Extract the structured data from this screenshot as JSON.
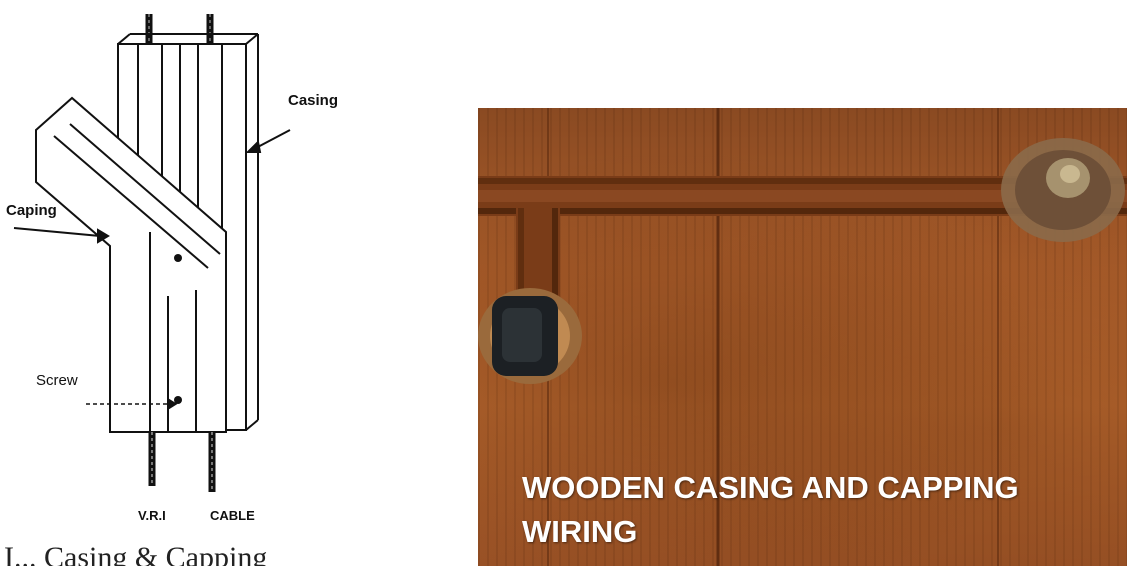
{
  "diagram": {
    "labels": {
      "casing": "Casing",
      "caping": "Caping",
      "screw": "Screw",
      "vri": "V.R.I",
      "cable": "CABLE"
    },
    "caption_partial": "I... Casing & Capping"
  },
  "photo": {
    "title": "WOODEN CASING AND CAPPING WIRING"
  },
  "colors": {
    "wood_dark": "#7a3c18",
    "wood_light": "#b4652e",
    "line_ink": "#111111"
  }
}
